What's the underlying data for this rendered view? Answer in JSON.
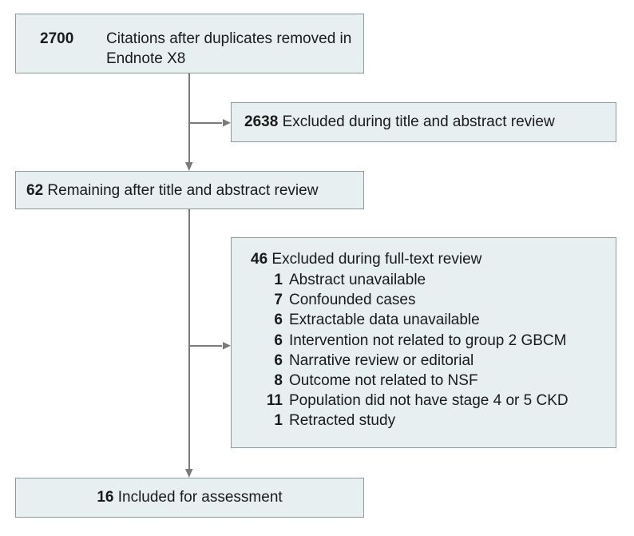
{
  "flow": {
    "citations": {
      "count": "2700",
      "text": "Citations after duplicates removed in Endnote X8"
    },
    "excluded_title_abstract": {
      "count": "2638",
      "text": "Excluded during title and abstract review"
    },
    "remaining": {
      "count": "62",
      "text": "Remaining after title and abstract review"
    },
    "excluded_fulltext": {
      "count": "46",
      "text": "Excluded during full-text review",
      "reasons": [
        {
          "count": "1",
          "text": "Abstract unavailable"
        },
        {
          "count": "7",
          "text": "Confounded cases"
        },
        {
          "count": "6",
          "text": "Extractable data unavailable"
        },
        {
          "count": "6",
          "text": "Intervention not related to group 2 GBCM"
        },
        {
          "count": "6",
          "text": "Narrative review or editorial"
        },
        {
          "count": "8",
          "text": "Outcome not related to NSF"
        },
        {
          "count": "11",
          "text": "Population did not have stage 4 or 5 CKD"
        },
        {
          "count": "1",
          "text": "Retracted study"
        }
      ]
    },
    "included": {
      "count": "16",
      "text": "Included for assessment"
    }
  },
  "colors": {
    "box_fill": "#e7eff1",
    "box_border": "#8a9aa0",
    "connector": "#7a7a7a"
  }
}
